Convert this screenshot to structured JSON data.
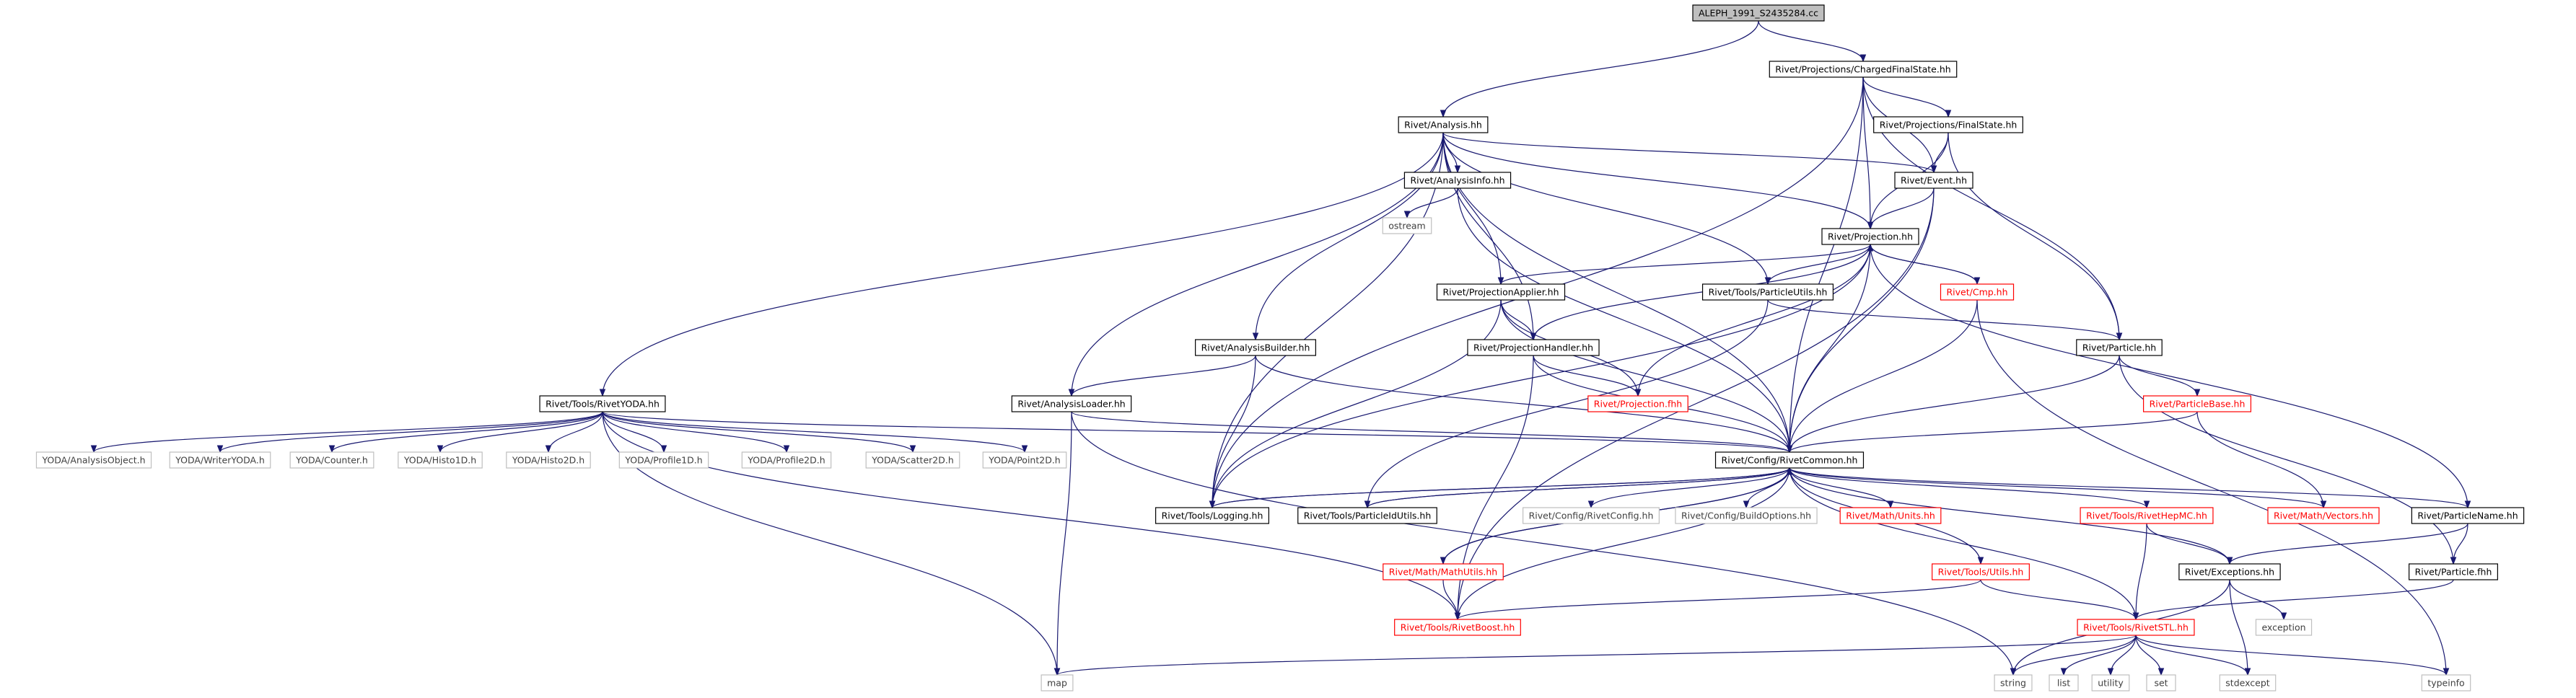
{
  "colors": {
    "edge": "#191970",
    "root_fill": "#bfbfbf",
    "root_border": "#000000",
    "node_border": "#000000",
    "node_text": "#000000",
    "incomplete_border": "#ff0000",
    "incomplete_text": "#ff0000",
    "system_border": "#bfbfbf",
    "system_text": "#404040"
  },
  "graph": {
    "nodes": [
      {
        "id": "root",
        "label": "ALEPH_1991_S2435284.cc",
        "style": "root"
      },
      {
        "id": "cfs",
        "label": "Rivet/Projections/ChargedFinalState.hh",
        "style": "normal"
      },
      {
        "id": "ana",
        "label": "Rivet/Analysis.hh",
        "style": "normal"
      },
      {
        "id": "fs",
        "label": "Rivet/Projections/FinalState.hh",
        "style": "normal"
      },
      {
        "id": "ainfo",
        "label": "Rivet/AnalysisInfo.hh",
        "style": "normal"
      },
      {
        "id": "event",
        "label": "Rivet/Event.hh",
        "style": "normal"
      },
      {
        "id": "ostream",
        "label": "ostream",
        "style": "system"
      },
      {
        "id": "proj",
        "label": "Rivet/Projection.hh",
        "style": "normal"
      },
      {
        "id": "papp",
        "label": "Rivet/ProjectionApplier.hh",
        "style": "normal"
      },
      {
        "id": "putils",
        "label": "Rivet/Tools/ParticleUtils.hh",
        "style": "normal"
      },
      {
        "id": "cmp",
        "label": "Rivet/Cmp.hh",
        "style": "incomplete"
      },
      {
        "id": "abuilder",
        "label": "Rivet/AnalysisBuilder.hh",
        "style": "normal"
      },
      {
        "id": "phandler",
        "label": "Rivet/ProjectionHandler.hh",
        "style": "normal"
      },
      {
        "id": "particle",
        "label": "Rivet/Particle.hh",
        "style": "normal"
      },
      {
        "id": "ryoda",
        "label": "Rivet/Tools/RivetYODA.hh",
        "style": "normal"
      },
      {
        "id": "aloader",
        "label": "Rivet/AnalysisLoader.hh",
        "style": "normal"
      },
      {
        "id": "projfhh",
        "label": "Rivet/Projection.fhh",
        "style": "incomplete"
      },
      {
        "id": "pbase",
        "label": "Rivet/ParticleBase.hh",
        "style": "incomplete"
      },
      {
        "id": "yao",
        "label": "YODA/AnalysisObject.h",
        "style": "system"
      },
      {
        "id": "ywy",
        "label": "YODA/WriterYODA.h",
        "style": "system"
      },
      {
        "id": "ycnt",
        "label": "YODA/Counter.h",
        "style": "system"
      },
      {
        "id": "yh1",
        "label": "YODA/Histo1D.h",
        "style": "system"
      },
      {
        "id": "yh2",
        "label": "YODA/Histo2D.h",
        "style": "system"
      },
      {
        "id": "yp1",
        "label": "YODA/Profile1D.h",
        "style": "system"
      },
      {
        "id": "yp2",
        "label": "YODA/Profile2D.h",
        "style": "system"
      },
      {
        "id": "ys2",
        "label": "YODA/Scatter2D.h",
        "style": "system"
      },
      {
        "id": "ypt2",
        "label": "YODA/Point2D.h",
        "style": "system"
      },
      {
        "id": "rcommon",
        "label": "Rivet/Config/RivetCommon.hh",
        "style": "normal"
      },
      {
        "id": "logging",
        "label": "Rivet/Tools/Logging.hh",
        "style": "normal"
      },
      {
        "id": "pidu",
        "label": "Rivet/Tools/ParticleIdUtils.hh",
        "style": "normal"
      },
      {
        "id": "rconfig",
        "label": "Rivet/Config/RivetConfig.hh",
        "style": "system"
      },
      {
        "id": "bopts",
        "label": "Rivet/Config/BuildOptions.hh",
        "style": "system"
      },
      {
        "id": "units",
        "label": "Rivet/Math/Units.hh",
        "style": "incomplete"
      },
      {
        "id": "hepmc",
        "label": "Rivet/Tools/RivetHepMC.hh",
        "style": "incomplete"
      },
      {
        "id": "vectors",
        "label": "Rivet/Math/Vectors.hh",
        "style": "incomplete"
      },
      {
        "id": "pname",
        "label": "Rivet/ParticleName.hh",
        "style": "normal"
      },
      {
        "id": "mathutils",
        "label": "Rivet/Math/MathUtils.hh",
        "style": "incomplete"
      },
      {
        "id": "exceptions",
        "label": "Rivet/Exceptions.hh",
        "style": "normal"
      },
      {
        "id": "pfhh",
        "label": "Rivet/Particle.fhh",
        "style": "normal"
      },
      {
        "id": "tutils",
        "label": "Rivet/Tools/Utils.hh",
        "style": "incomplete"
      },
      {
        "id": "boost",
        "label": "Rivet/Tools/RivetBoost.hh",
        "style": "incomplete"
      },
      {
        "id": "stl",
        "label": "Rivet/Tools/RivetSTL.hh",
        "style": "incomplete"
      },
      {
        "id": "exception",
        "label": "exception",
        "style": "system"
      },
      {
        "id": "map",
        "label": "map",
        "style": "system"
      },
      {
        "id": "string",
        "label": "string",
        "style": "system"
      },
      {
        "id": "list",
        "label": "list",
        "style": "system"
      },
      {
        "id": "utility",
        "label": "utility",
        "style": "system"
      },
      {
        "id": "set",
        "label": "set",
        "style": "system"
      },
      {
        "id": "stdexcept",
        "label": "stdexcept",
        "style": "system"
      },
      {
        "id": "typeinfo",
        "label": "typeinfo",
        "style": "system"
      }
    ],
    "edges": [
      [
        "root",
        "ana"
      ],
      [
        "root",
        "cfs"
      ],
      [
        "cfs",
        "fs"
      ],
      [
        "cfs",
        "event"
      ],
      [
        "cfs",
        "proj"
      ],
      [
        "cfs",
        "particle"
      ],
      [
        "cfs",
        "rcommon"
      ],
      [
        "cfs",
        "logging"
      ],
      [
        "ana",
        "ainfo"
      ],
      [
        "ana",
        "event"
      ],
      [
        "ana",
        "proj"
      ],
      [
        "ana",
        "papp"
      ],
      [
        "ana",
        "phandler"
      ],
      [
        "ana",
        "putils"
      ],
      [
        "ana",
        "abuilder"
      ],
      [
        "ana",
        "aloader"
      ],
      [
        "ana",
        "ryoda"
      ],
      [
        "ana",
        "logging"
      ],
      [
        "ana",
        "rcommon"
      ],
      [
        "fs",
        "event"
      ],
      [
        "fs",
        "proj"
      ],
      [
        "fs",
        "particle"
      ],
      [
        "ainfo",
        "ostream"
      ],
      [
        "ainfo",
        "rcommon"
      ],
      [
        "event",
        "proj"
      ],
      [
        "event",
        "rcommon"
      ],
      [
        "event",
        "boost"
      ],
      [
        "proj",
        "papp"
      ],
      [
        "proj",
        "phandler"
      ],
      [
        "proj",
        "putils"
      ],
      [
        "proj",
        "cmp"
      ],
      [
        "proj",
        "projfhh"
      ],
      [
        "proj",
        "rcommon"
      ],
      [
        "proj",
        "logging"
      ],
      [
        "proj",
        "pname"
      ],
      [
        "cmp",
        "proj"
      ],
      [
        "cmp",
        "rcommon"
      ],
      [
        "cmp",
        "typeinfo"
      ],
      [
        "papp",
        "phandler"
      ],
      [
        "papp",
        "projfhh"
      ],
      [
        "papp",
        "rcommon"
      ],
      [
        "papp",
        "logging"
      ],
      [
        "putils",
        "particle"
      ],
      [
        "putils",
        "pidu"
      ],
      [
        "abuilder",
        "aloader"
      ],
      [
        "abuilder",
        "rcommon"
      ],
      [
        "abuilder",
        "logging"
      ],
      [
        "phandler",
        "projfhh"
      ],
      [
        "phandler",
        "rcommon"
      ],
      [
        "phandler",
        "boost"
      ],
      [
        "particle",
        "pbase"
      ],
      [
        "particle",
        "rcommon"
      ],
      [
        "particle",
        "pfhh"
      ],
      [
        "ryoda",
        "rcommon"
      ],
      [
        "ryoda",
        "yao"
      ],
      [
        "ryoda",
        "ywy"
      ],
      [
        "ryoda",
        "ycnt"
      ],
      [
        "ryoda",
        "yh1"
      ],
      [
        "ryoda",
        "yh2"
      ],
      [
        "ryoda",
        "yp1"
      ],
      [
        "ryoda",
        "yp2"
      ],
      [
        "ryoda",
        "ys2"
      ],
      [
        "ryoda",
        "ypt2"
      ],
      [
        "ryoda",
        "boost"
      ],
      [
        "ryoda",
        "map"
      ],
      [
        "aloader",
        "rcommon"
      ],
      [
        "aloader",
        "map"
      ],
      [
        "aloader",
        "string"
      ],
      [
        "pbase",
        "rcommon"
      ],
      [
        "pbase",
        "vectors"
      ],
      [
        "rcommon",
        "logging"
      ],
      [
        "rcommon",
        "pidu"
      ],
      [
        "rcommon",
        "rconfig"
      ],
      [
        "rcommon",
        "bopts"
      ],
      [
        "rcommon",
        "units"
      ],
      [
        "rcommon",
        "hepmc"
      ],
      [
        "rcommon",
        "vectors"
      ],
      [
        "rcommon",
        "pname"
      ],
      [
        "rcommon",
        "mathutils"
      ],
      [
        "rcommon",
        "exceptions"
      ],
      [
        "rcommon",
        "tutils"
      ],
      [
        "rcommon",
        "boost"
      ],
      [
        "rcommon",
        "stl"
      ],
      [
        "logging",
        "rcommon"
      ],
      [
        "pidu",
        "rcommon"
      ],
      [
        "mathutils",
        "rcommon"
      ],
      [
        "mathutils",
        "boost"
      ],
      [
        "hepmc",
        "stl"
      ],
      [
        "hepmc",
        "exceptions"
      ],
      [
        "pname",
        "exceptions"
      ],
      [
        "pname",
        "pfhh"
      ],
      [
        "exceptions",
        "string"
      ],
      [
        "exceptions",
        "exception"
      ],
      [
        "exceptions",
        "stdexcept"
      ],
      [
        "pfhh",
        "stl"
      ],
      [
        "tutils",
        "boost"
      ],
      [
        "tutils",
        "stl"
      ],
      [
        "stl",
        "map"
      ],
      [
        "stl",
        "string"
      ],
      [
        "stl",
        "list"
      ],
      [
        "stl",
        "utility"
      ],
      [
        "stl",
        "set"
      ],
      [
        "stl",
        "stdexcept"
      ],
      [
        "stl",
        "typeinfo"
      ]
    ]
  }
}
